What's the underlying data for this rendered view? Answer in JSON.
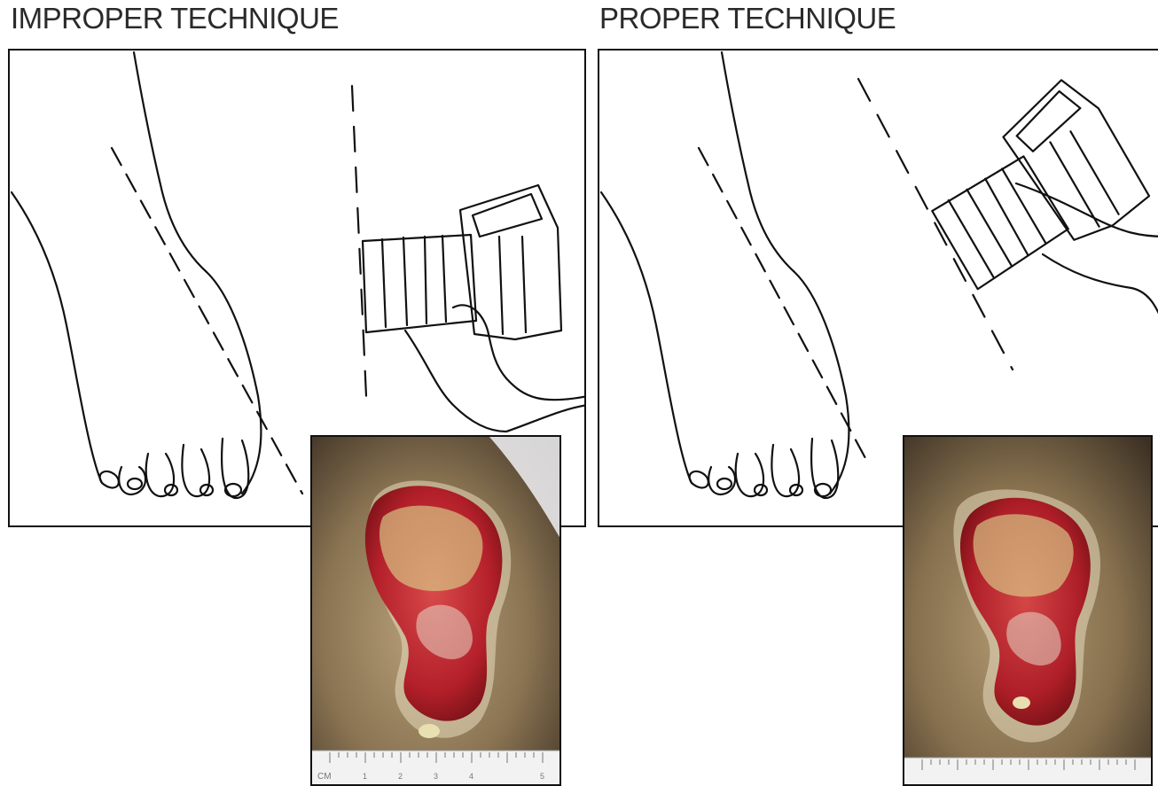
{
  "panels": {
    "left": {
      "title": "IMPROPER TECHNIQUE"
    },
    "right": {
      "title": "PROPER TECHNIQUE"
    }
  },
  "ruler": {
    "unit_label": "CM",
    "ticks": [
      "1",
      "2",
      "3",
      "4",
      "5"
    ]
  },
  "colors": {
    "line": "#111111",
    "wound_red": "#b4202a",
    "slough_yellow": "#d9cf8a",
    "skin": "#7a6446"
  }
}
